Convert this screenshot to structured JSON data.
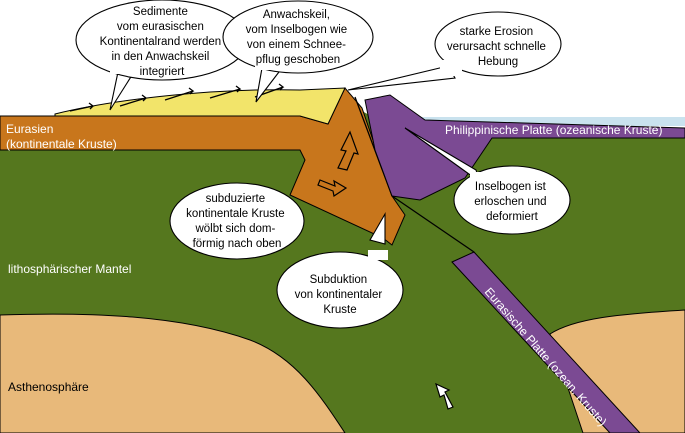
{
  "labels": {
    "eurasien": [
      "Eurasien",
      "(kontinentale Kruste)"
    ],
    "philippine": "Philippinische Platte (ozeanische Kruste)",
    "mantle": "lithosphärischer Mantel",
    "asthenosphere": "Asthenosphäre",
    "slab": "Eurasische Platte (ozean. Kruste)"
  },
  "callouts": {
    "sediment": [
      "Sedimente",
      "vom eurasischen",
      "Kontinentalrand werden",
      "in den Anwachskeil",
      "integriert"
    ],
    "wedge": [
      "Anwachskeil,",
      "vom Inselbogen wie",
      "von einem Schnee-",
      "pflug geschoben"
    ],
    "erosion": [
      "starke Erosion",
      "verursacht schnelle",
      "Hebung"
    ],
    "dome": [
      "subduzierte",
      "kontinentale Kruste",
      "wölbt sich dom-",
      "förmig nach oben"
    ],
    "arc": [
      "Inselbogen ist",
      "erloschen und",
      "deformiert"
    ],
    "subduction": [
      "Subduktion",
      "von kontinentaler",
      "Kruste"
    ]
  },
  "colors": {
    "mantle": "#55771e",
    "asthenosphere": "#e8b97a",
    "continental_crust": "#c8761c",
    "sediment": "#f2e46a",
    "oceanic_crust": "#7b4a93",
    "ocean": "#c9e2ee",
    "callout_fill": "#ffffff"
  }
}
